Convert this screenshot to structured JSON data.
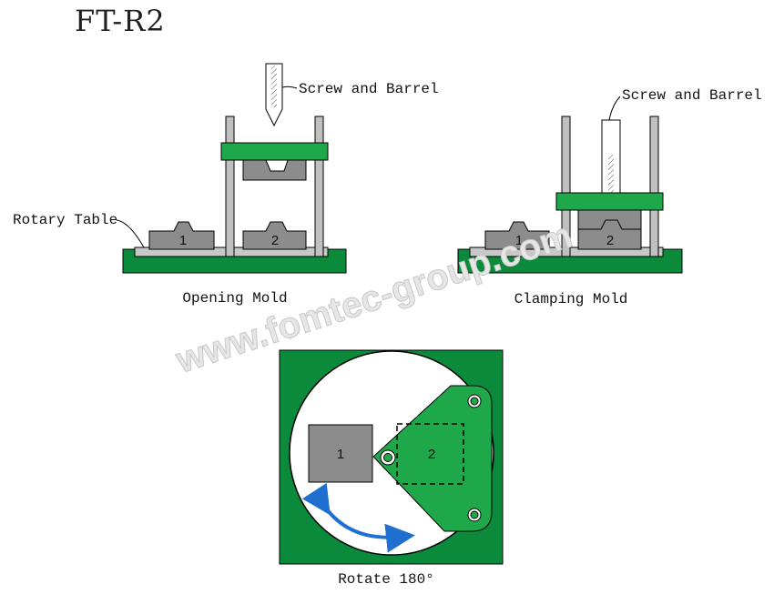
{
  "title": "FT-R2",
  "left_panel": {
    "screw_label": "Screw and Barrel",
    "rotary_label": "Rotary Table",
    "caption": "Opening Mold",
    "mold1": "1",
    "mold2": "2"
  },
  "right_panel": {
    "screw_label": "Screw and Barrel",
    "caption": "Clamping Mold",
    "mold1": "1",
    "mold2": "2"
  },
  "bottom_panel": {
    "caption": "Rotate 180°",
    "mold1": "1",
    "mold2": "2"
  },
  "watermark": "www.fomtec-group.com",
  "colors": {
    "green_base": "#0a8a3a",
    "green_platen": "#1ea84a",
    "mold_gray": "#8c8c8c",
    "rotate_arrow": "#1f6fd1"
  }
}
